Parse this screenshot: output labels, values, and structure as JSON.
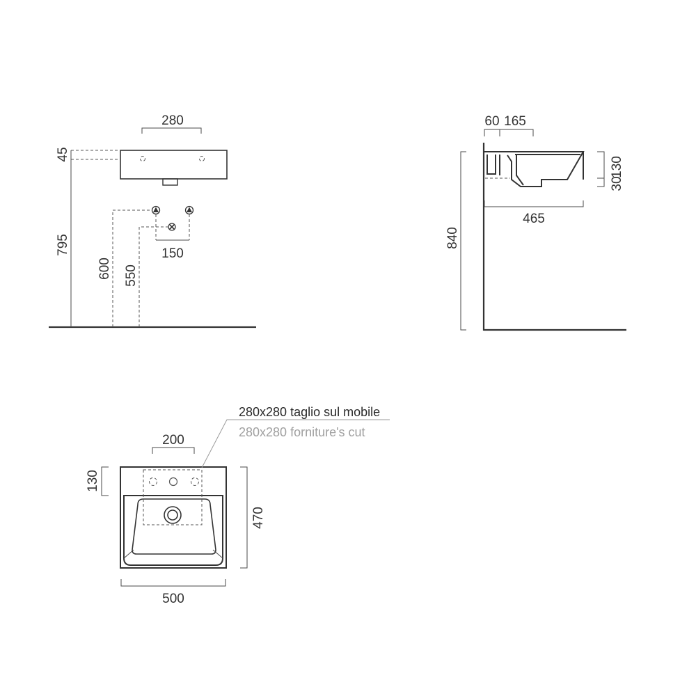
{
  "front_view": {
    "dim_top_width": "280",
    "dim_rim": "45",
    "dim_height_rim": "795",
    "dim_supply_height": "600",
    "dim_drain_height": "550",
    "dim_supply_spacing": "150"
  },
  "side_view": {
    "dim_wall_offset": "60",
    "dim_to_drain": "165",
    "dim_depth": "465",
    "dim_total_height": "840",
    "dim_bowl_height": "130",
    "dim_rim_thickness": "30"
  },
  "plan_view": {
    "dim_hole_spacing": "200",
    "dim_deck_depth": "130",
    "dim_overall_depth": "470",
    "dim_overall_width": "500",
    "note_it": "280x280 taglio sul mobile",
    "note_en": "280x280 forniture's cut",
    "note_it_color": "#2a2a2a",
    "note_en_color": "#a0a0a0"
  }
}
